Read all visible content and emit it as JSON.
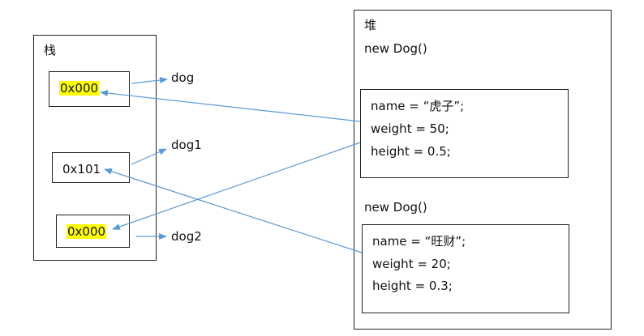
{
  "stack": {
    "title": "栈",
    "slots": [
      {
        "value": "0x000",
        "highlight": true,
        "var": "dog"
      },
      {
        "value": "0x101",
        "highlight": false,
        "var": "dog1"
      },
      {
        "value": "0x000",
        "highlight": true,
        "var": "dog2"
      }
    ]
  },
  "heap": {
    "title": "堆",
    "objects": [
      {
        "ctor": "new Dog()",
        "lines": [
          "name = “虎子”;",
          "weight = 50;",
          "height = 0.5;"
        ]
      },
      {
        "ctor": "new Dog()",
        "lines": [
          "name = “旺财”;",
          "weight = 20;",
          "height = 0.3;"
        ]
      }
    ]
  },
  "colors": {
    "arrow": "#5b9bd5",
    "highlight": "#ffff00",
    "border": "#222222"
  }
}
